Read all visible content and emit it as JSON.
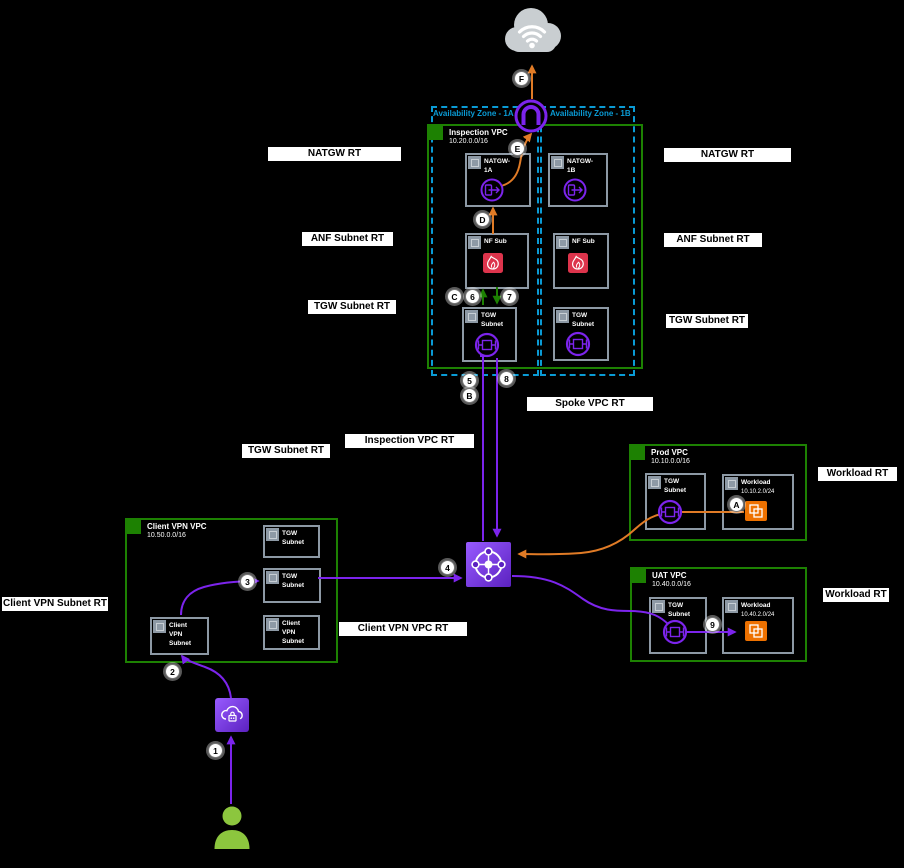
{
  "colors": {
    "purple": "#7C24EC",
    "orange": "#E07B26",
    "green": "#1D8102",
    "az-blue": "#0A9BD5",
    "firewall-red": "#DD344C",
    "workload-orange": "#ED7100",
    "subnet-gray": "#8D99A5",
    "user-green": "#8CC63E",
    "cloud-gray": "#C9CED1",
    "label-bg": "#FFFFFF"
  },
  "azs": {
    "a": "Availability Zone - 1A",
    "b": "Availability Zone - 1B"
  },
  "vpcs": {
    "inspection": {
      "name": "Inspection VPC",
      "cidr": "10.20.0.0/16"
    },
    "client_vpn": {
      "name": "Client VPN VPC",
      "cidr": "10.50.0.0/16"
    },
    "prod": {
      "name": "Prod VPC",
      "cidr": "10.10.0.0/16"
    },
    "uat": {
      "name": "UAT VPC",
      "cidr": "10.40.0.0/16"
    }
  },
  "subnets": {
    "natgw_1a": "NATGW-1A",
    "natgw_1b": "NATGW-1B",
    "nf_1a": "NF Sub",
    "nf_1b": "NF Sub",
    "tgw_1a": "TGW Subnet",
    "tgw_1b": "TGW Subnet",
    "cvpn_tgw_top": "TGW Subnet",
    "cvpn_tgw_mid": "TGW Subnet",
    "cvpn_sub_left": "Client VPN Subnet",
    "cvpn_sub_right": "Client VPN Subnet",
    "prod_tgw": "TGW Subnet",
    "prod_workload": {
      "name": "Workload",
      "cidr": "10.10.2.0/24"
    },
    "uat_tgw": "TGW Subnet",
    "uat_workload": {
      "name": "Workload",
      "cidr": "10.40.2.0/24"
    }
  },
  "route_tables": {
    "natgw_left": "NATGW RT",
    "natgw_right": "NATGW RT",
    "anf_left": "ANF Subnet RT",
    "anf_right": "ANF Subnet RT",
    "tgw_left": "TGW Subnet RT",
    "tgw_right": "TGW Subnet RT",
    "tgw_mid": "TGW Subnet RT",
    "spoke": "Spoke VPC RT",
    "inspection": "Inspection VPC RT",
    "cvpn_subnet": "Client VPN Subnet RT",
    "cvpn_vpc": "Client VPN VPC RT",
    "workload_prod": "Workload RT",
    "workload_uat": "Workload RT"
  },
  "markers": {
    "n1": "1",
    "n2": "2",
    "n3": "3",
    "n4": "4",
    "n5": "5",
    "n6": "6",
    "n7": "7",
    "n8": "8",
    "n9": "9",
    "lA": "A",
    "lB": "B",
    "lC": "C",
    "lD": "D",
    "lE": "E",
    "lF": "F"
  }
}
